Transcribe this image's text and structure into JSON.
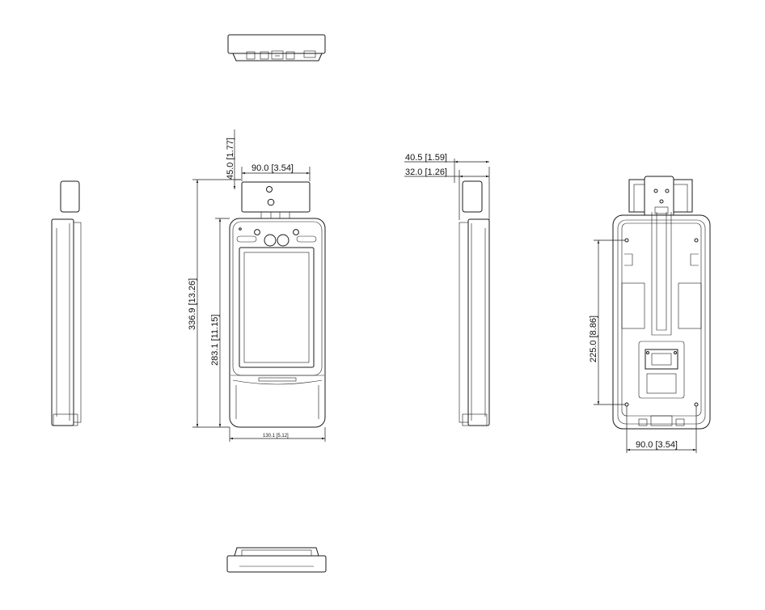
{
  "dimensions": {
    "top_overall_height": "45.0 [1.77]",
    "top_module_width": "90.0 [3.54]",
    "overall_height": "336.9 [13.26]",
    "body_height": "283.1 [11.15]",
    "body_width": "130.1 [5.12]",
    "side_depth_total": "40.5 [1.59]",
    "side_depth_body": "32.0 [1.26]",
    "mount_height": "225.0 [8.86]",
    "mount_width": "90.0 [3.54]"
  },
  "colors": {
    "line": "#1a1a1a",
    "background": "#ffffff"
  }
}
